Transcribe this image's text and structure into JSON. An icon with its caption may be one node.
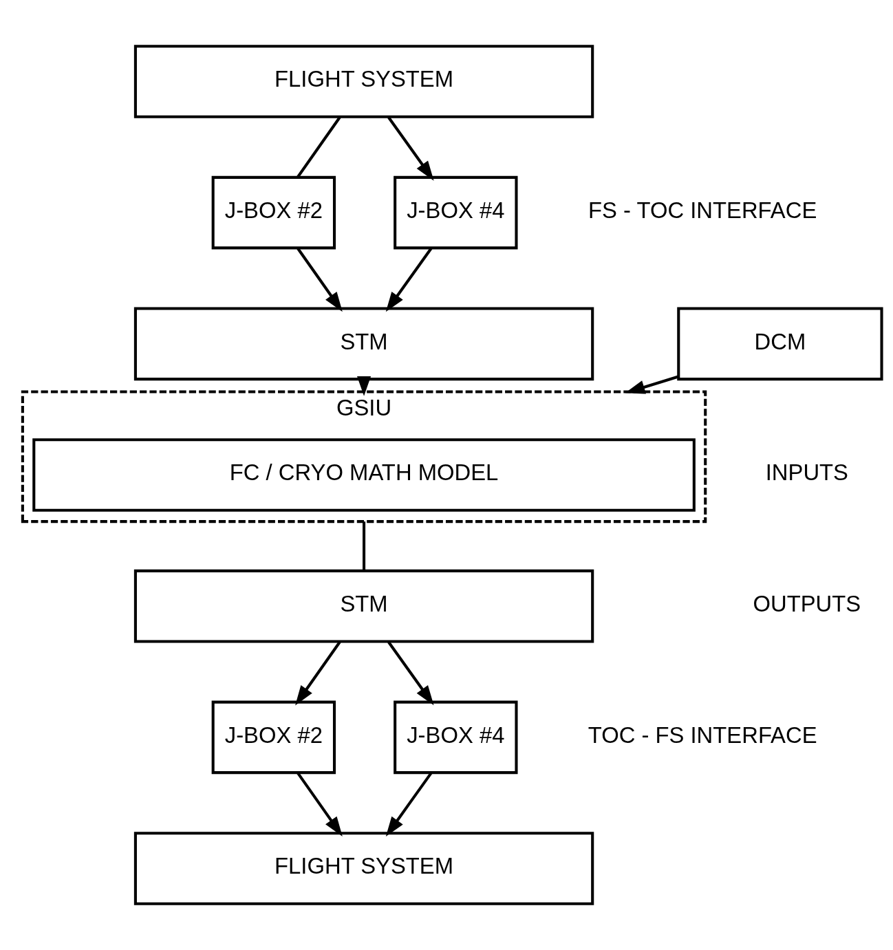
{
  "diagram": {
    "nodes": [
      {
        "text": [
          "FLIGHT SYSTEM"
        ]
      },
      {
        "text": [
          "J-BOX #2"
        ]
      },
      {
        "text": [
          "J-BOX #4"
        ]
      },
      {
        "text": [
          "STM"
        ]
      },
      {
        "text": [
          "DCM"
        ]
      },
      {
        "text": [
          "GSIU"
        ]
      },
      {
        "text": [
          "FC / CRYO MATH MODEL"
        ],
        "in": 5
      },
      {
        "text": [
          "STM"
        ]
      },
      {
        "text": [
          "J-BOX #2"
        ]
      },
      {
        "text": [
          "J-BOX #4"
        ]
      },
      {
        "text": [
          "FLIGHT SYSTEM"
        ]
      }
    ],
    "edges": [
      {
        "from": 0,
        "to": 1,
        "arrow": "none"
      },
      {
        "from": 0,
        "to": 2,
        "arrow": "to"
      },
      {
        "from": 1,
        "to": 3,
        "arrow": "to"
      },
      {
        "from": 2,
        "to": 3,
        "arrow": "to"
      },
      {
        "from": 3,
        "to": 5,
        "arrow": "to"
      },
      {
        "from": 4,
        "to": 5,
        "arrow": "to"
      },
      {
        "from": 5,
        "to": 7,
        "arrow": "none"
      },
      {
        "from": 7,
        "to": 8,
        "arrow": "to"
      },
      {
        "from": 7,
        "to": 9,
        "arrow": "to"
      },
      {
        "from": 8,
        "to": 10,
        "arrow": "to"
      },
      {
        "from": 9,
        "to": 10,
        "arrow": "to"
      }
    ],
    "labels": [
      "FS - TOC INTERFACE",
      "INPUTS",
      "OUTPUTS",
      "TOC - FS INTERFACE"
    ]
  }
}
